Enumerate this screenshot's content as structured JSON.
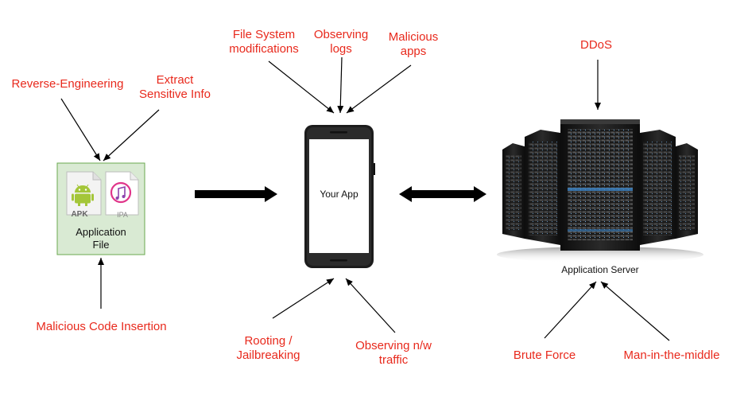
{
  "colors": {
    "threat": "#e8291c",
    "arrow": "#000000",
    "file_box_fill": "#d9ead3",
    "file_box_border": "#6aa84f",
    "android_green": "#a4c639"
  },
  "application_file": {
    "caption": "Application\nFile",
    "apk_label": "APK",
    "ipa_label": "IPA"
  },
  "phone": {
    "screen_text": "Your App"
  },
  "server": {
    "caption": "Application Server"
  },
  "threats": {
    "reverse_engineering": "Reverse-Engineering",
    "extract_sensitive_info": "Extract\nSensitive Info",
    "malicious_code_insertion": "Malicious Code Insertion",
    "file_system_modifications": "File System\nmodifications",
    "observing_logs": "Observing\nlogs",
    "malicious_apps": "Malicious\napps",
    "rooting_jailbreaking": "Rooting /\nJailbreaking",
    "observing_traffic": "Observing n/w\ntraffic",
    "ddos": "DDoS",
    "brute_force": "Brute Force",
    "man_in_the_middle": "Man-in-the-middle"
  }
}
